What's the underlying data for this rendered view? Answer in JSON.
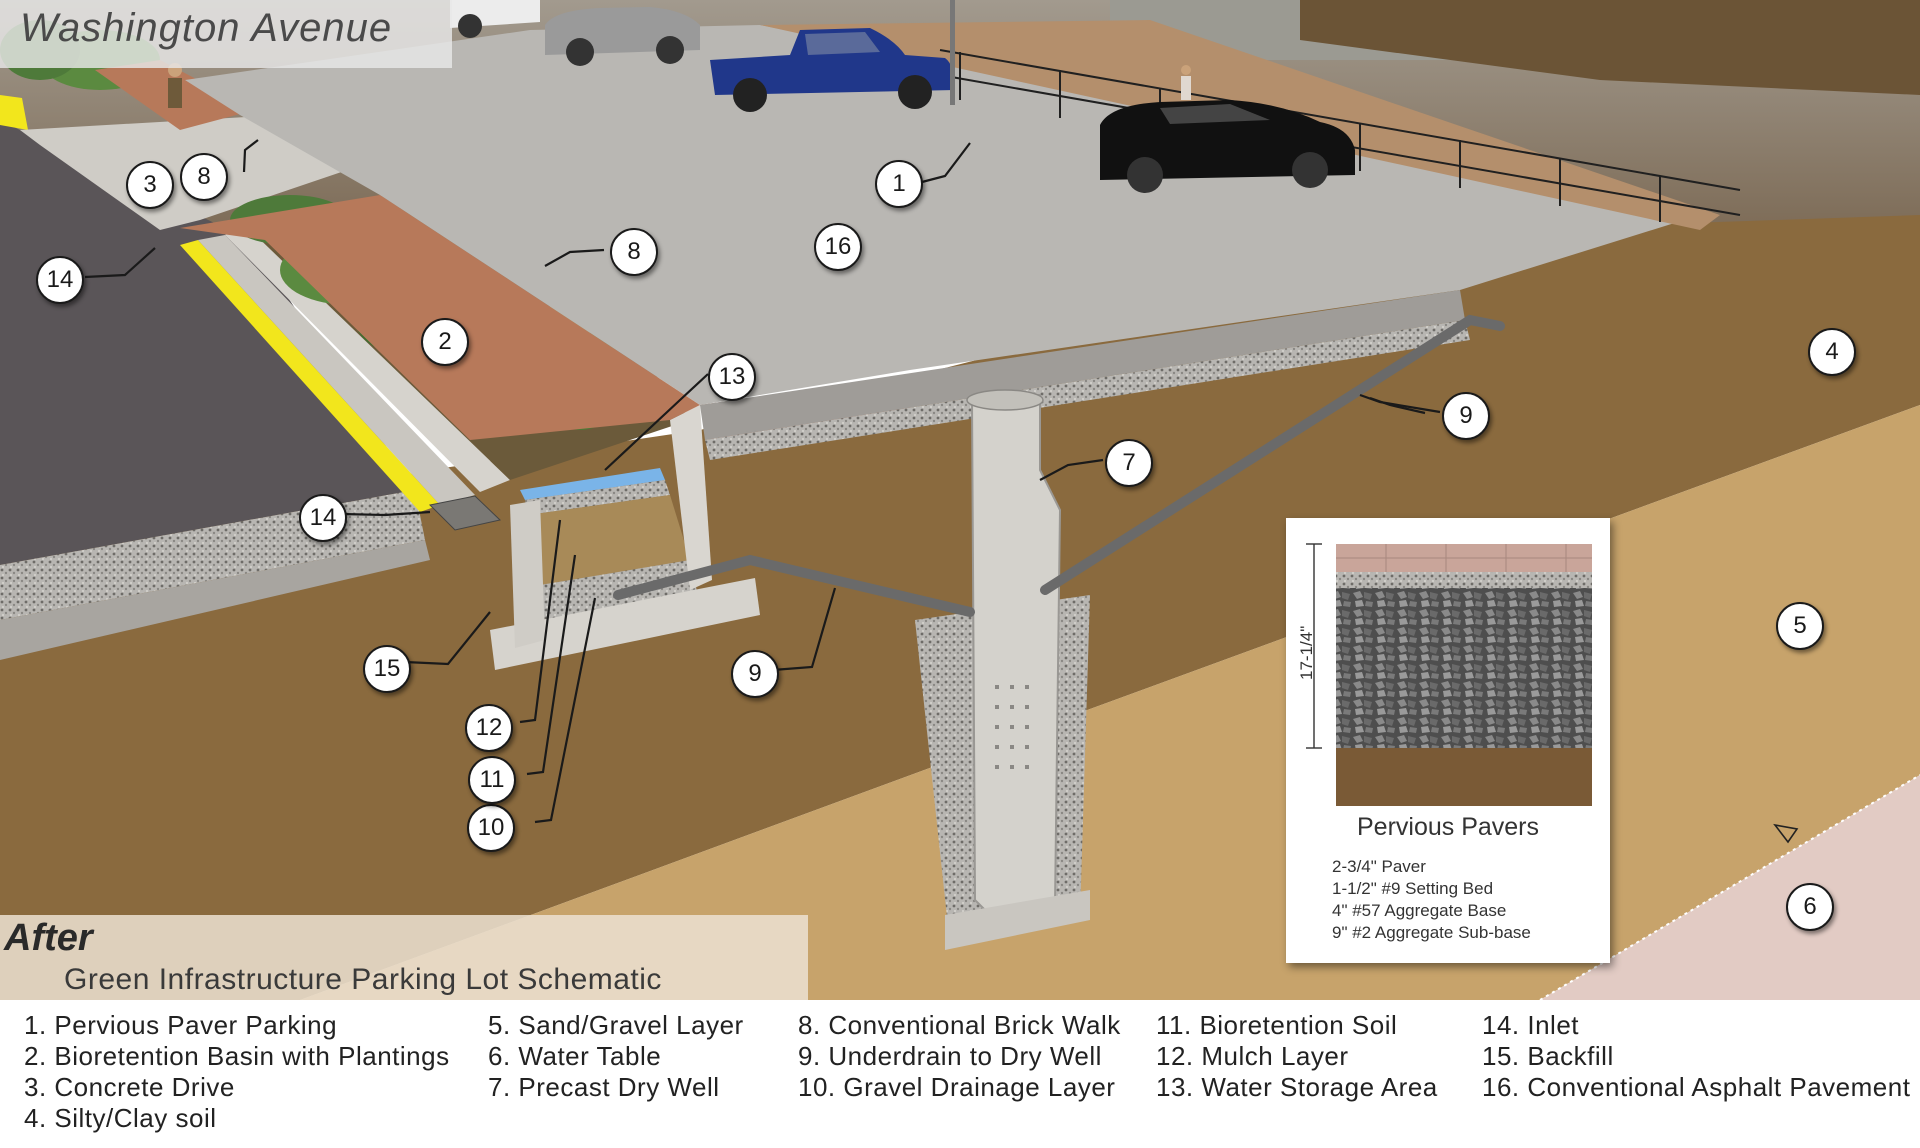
{
  "street_label": "Washington Avenue",
  "title": "After",
  "subtitle": "Green Infrastructure Parking Lot Schematic",
  "inset": {
    "title": "Pervious Pavers",
    "dimension": "17-1/4\"",
    "layers": [
      "2-3/4\" Paver",
      "1-1/2\" #9 Setting Bed",
      "4\" #57 Aggregate Base",
      "9\" #2 Aggregate Sub-base"
    ]
  },
  "callouts": [
    {
      "id": "c1",
      "label": "1"
    },
    {
      "id": "c2",
      "label": "2"
    },
    {
      "id": "c3",
      "label": "3"
    },
    {
      "id": "c4",
      "label": "4"
    },
    {
      "id": "c5",
      "label": "5"
    },
    {
      "id": "c6",
      "label": "6"
    },
    {
      "id": "c7",
      "label": "7"
    },
    {
      "id": "c8a",
      "label": "8"
    },
    {
      "id": "c8b",
      "label": "8"
    },
    {
      "id": "c9a",
      "label": "9"
    },
    {
      "id": "c9b",
      "label": "9"
    },
    {
      "id": "c10",
      "label": "10"
    },
    {
      "id": "c11",
      "label": "11"
    },
    {
      "id": "c12",
      "label": "12"
    },
    {
      "id": "c13",
      "label": "13"
    },
    {
      "id": "c14a",
      "label": "14"
    },
    {
      "id": "c14b",
      "label": "14"
    },
    {
      "id": "c15",
      "label": "15"
    },
    {
      "id": "c16",
      "label": "16"
    }
  ],
  "legend": [
    [
      "1. Pervious Paver Parking",
      "2. Bioretention Basin with Plantings",
      "3. Concrete Drive",
      "4. Silty/Clay soil"
    ],
    [
      "5. Sand/Gravel Layer",
      "6. Water Table",
      "7. Precast Dry Well"
    ],
    [
      "8. Conventional Brick Walk",
      "9. Underdrain to Dry Well",
      "10. Gravel Drainage Layer"
    ],
    [
      "11. Bioretention Soil",
      "12. Mulch Layer",
      "13. Water Storage Area"
    ],
    [
      "14. Inlet",
      "15. Backfill",
      "16. Conventional Asphalt Pavement"
    ]
  ],
  "colors": {
    "silty_clay": "#8a6a3e",
    "sand_gravel": "#c7a36b",
    "water_table": "#e2cbc4",
    "paver": "#b9b7b3",
    "brick": "#b7795a",
    "asphalt": "#5a5558",
    "curb_yellow": "#f2e61c"
  }
}
